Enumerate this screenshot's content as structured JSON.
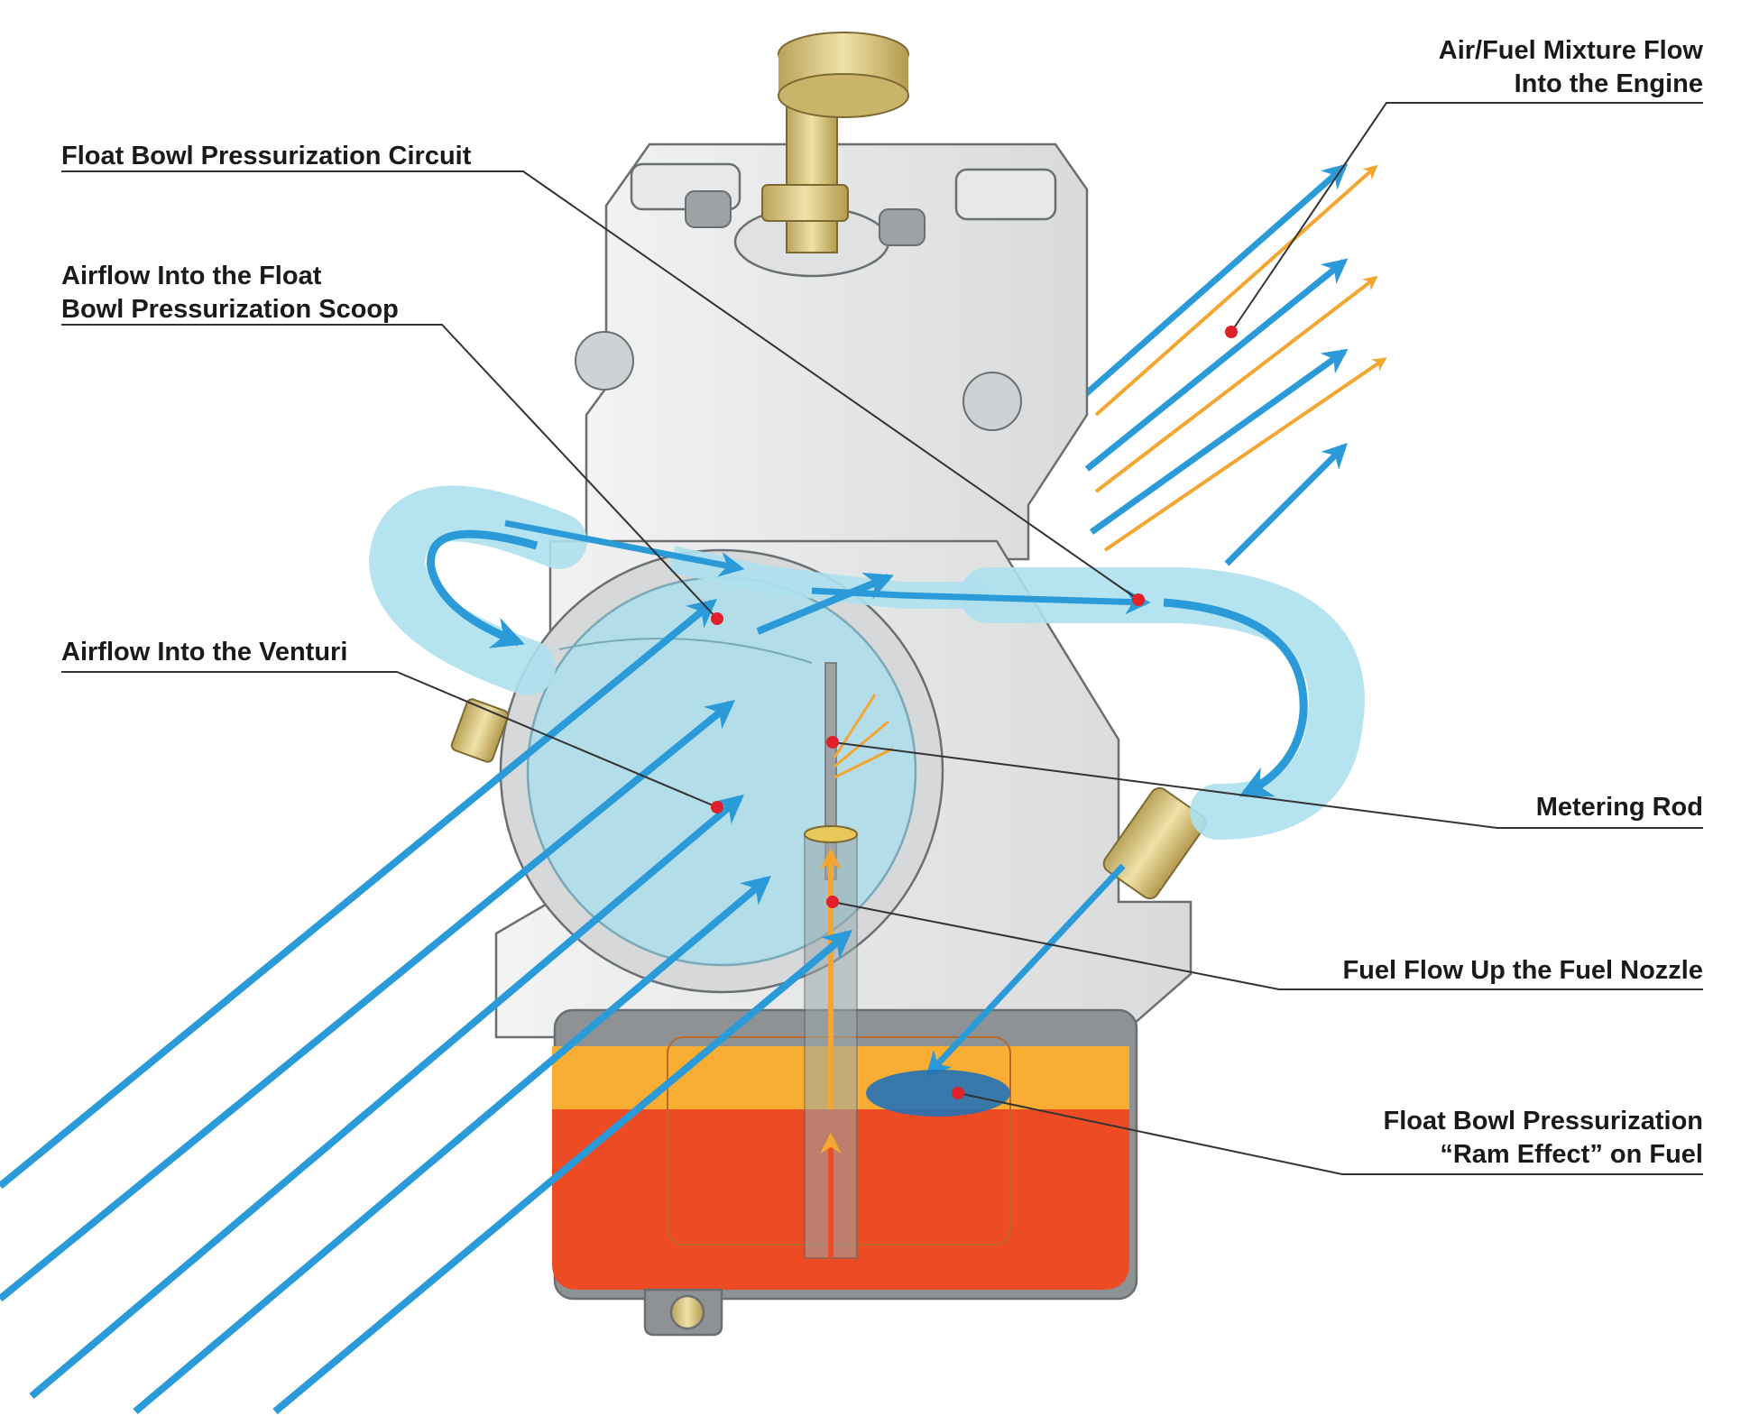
{
  "labels": {
    "air_fuel_mixture": [
      "Air/Fuel Mixture Flow",
      "Into the Engine"
    ],
    "float_bowl_circuit": [
      "Float Bowl Pressurization Circuit"
    ],
    "airflow_scoop": [
      "Airflow Into the Float",
      "Bowl Pressurization Scoop"
    ],
    "airflow_venturi": [
      "Airflow Into the Venturi"
    ],
    "metering_rod": [
      "Metering Rod"
    ],
    "fuel_flow": [
      "Fuel Flow Up the Fuel Nozzle"
    ],
    "ram_effect": [
      "Float Bowl Pressurization",
      "“Ram Effect” on Fuel"
    ]
  },
  "colors": {
    "airflow_blue": "#2a9ad8",
    "airflow_tube": "#aee0ee",
    "mixture_orange": "#f3a630",
    "fuel_orange": "#f9ad33",
    "fuel_red": "#ec4b23",
    "callout_dot": "#e0202a",
    "body_gray": "#dadcde",
    "brass": "#d6c17a"
  },
  "icons": {
    "arrow_head": "chevron-arrow-icon",
    "callout_marker": "red-dot-icon"
  }
}
